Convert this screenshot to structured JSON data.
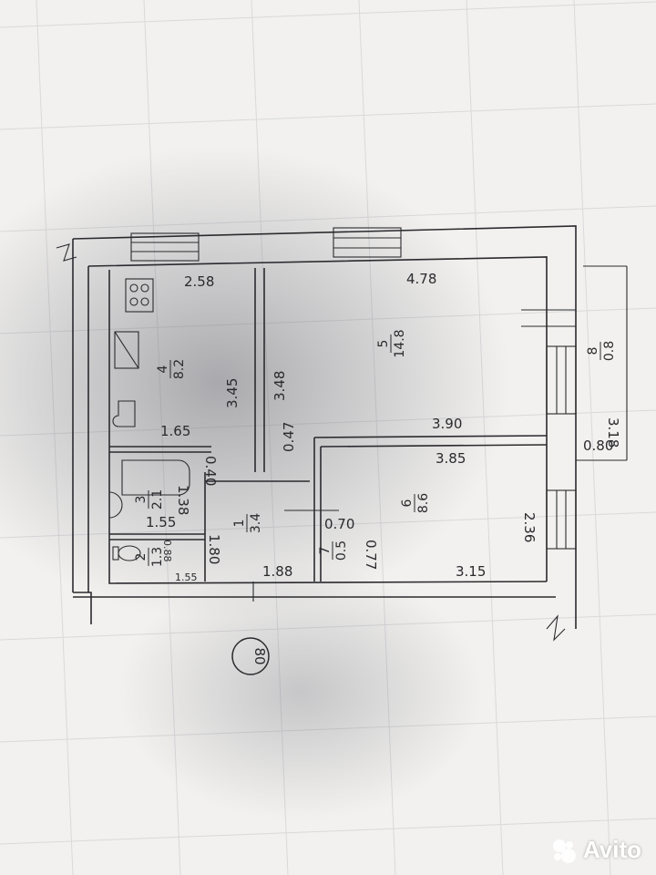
{
  "plan": {
    "number": "80",
    "dims_top": {
      "kitchen_width": "2.58",
      "room5_width": "4.78"
    },
    "dims_vertical": {
      "kitchen_height": "3.45",
      "room5_height": "3.48",
      "right_wall": "3.18",
      "room6_height": "2.36"
    },
    "dims_middle": {
      "kitchen_bottom": "1.65",
      "wall_a": "0.40",
      "wall_b": "0.47",
      "room5_bottom": "3.90",
      "room6_top": "3.85",
      "right_offset": "0.80"
    },
    "dims_lower": {
      "bath_height": "1.38",
      "bath_width": "1.55",
      "hall_height": "1.80",
      "hall_width": "1.88",
      "closet_top": "0.70",
      "closet_side": "0.77",
      "room6_bottom": "3.15",
      "wc_height": "0.88",
      "wc_width": "1.55"
    },
    "rooms": [
      {
        "num": "4",
        "area": "8.2"
      },
      {
        "num": "5",
        "area": "14.8"
      },
      {
        "num": "6",
        "area": "8.6"
      },
      {
        "num": "3",
        "area": "2.1"
      },
      {
        "num": "2",
        "area": "1.3"
      },
      {
        "num": "1",
        "area": "3.4"
      },
      {
        "num": "7",
        "area": "0.5"
      },
      {
        "num": "8",
        "area": "0.8"
      }
    ]
  },
  "logo": {
    "text": "Avito"
  },
  "colors": {
    "paper": "#f2f1ef",
    "ink": "#2b2b2f",
    "shadow": "#6e6f78"
  }
}
